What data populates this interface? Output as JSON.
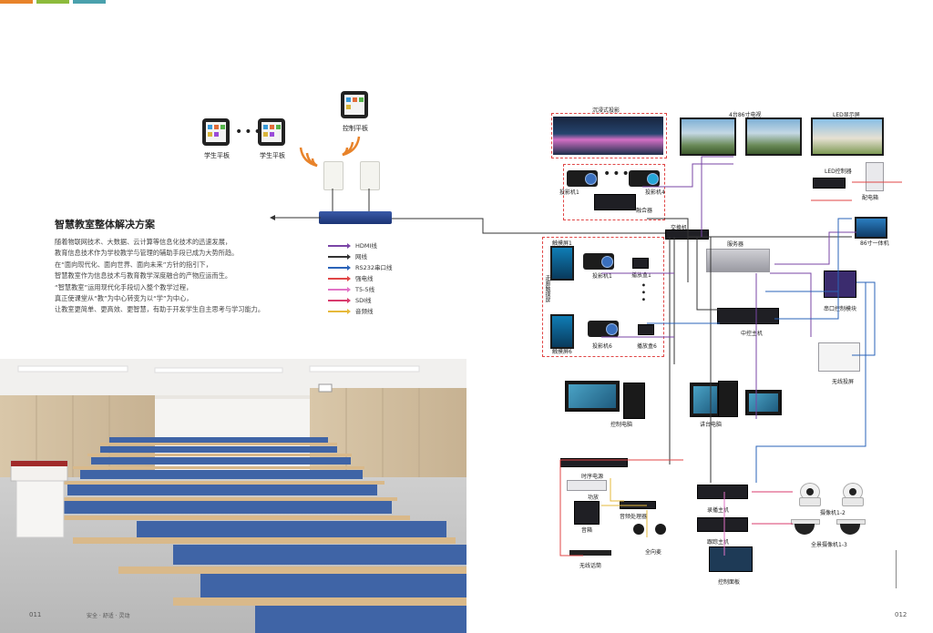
{
  "header": {
    "stripe_colors": [
      "#e8832a",
      "#8dbb3c",
      "#4aa1ad"
    ]
  },
  "diagram_labels": {
    "student_tablet_1": "学生平板",
    "student_tablet_2": "学生平板",
    "control_tablet": "控制平板",
    "projection_wall": "沉浸式投影",
    "tv_group": "4台86寸电视",
    "led_screen": "LED显示屏",
    "projector_1": "投影机1",
    "projector_4": "投影机4",
    "fusion": "融合器",
    "led_controller": "LED控制器",
    "power_box": "配电箱",
    "switch": "交换机",
    "server": "服务器",
    "one_machine": "86寸一体机",
    "touch_screen_1": "触摸屏1",
    "touch_screen_6": "触摸屏6",
    "corridor_touch": "走廊触摸屏",
    "projector_a": "投影机1",
    "projector_b": "投影机6",
    "player_box_1": "播放盒1",
    "player_box_6": "播放盒6",
    "serial_module": "串口控制模块",
    "central_host": "中控主机",
    "wireless_cast": "无线投屏",
    "control_pc": "控制电脑",
    "lecture_pc": "讲台电脑",
    "timing_power": "时序电源",
    "amplifier": "功放",
    "speaker": "音箱",
    "audio_processor": "音频处理器",
    "omni_mic": "全向麦",
    "wireless_mic": "无线话筒",
    "recording_host": "录播主机",
    "tracking_host": "跟踪主机",
    "camera": "摄像机1-2",
    "panorama_cam": "全景摄像机1-3",
    "control_panel": "控制面板"
  },
  "legend": [
    {
      "label": "HDMI线",
      "color": "#7a45a6"
    },
    {
      "label": "网线",
      "color": "#333333"
    },
    {
      "label": "RS232串口线",
      "color": "#2a63b8"
    },
    {
      "label": "强电线",
      "color": "#e04646"
    },
    {
      "label": "T5-5线",
      "color": "#e272c6"
    },
    {
      "label": "SDI线",
      "color": "#d83b6d"
    },
    {
      "label": "音频线",
      "color": "#e6b93b"
    }
  ],
  "article": {
    "title": "智慧教室整体解决方案",
    "paragraphs": [
      "随着物联网技术、大数据、云计算等信息化技术的迅速发展，",
      "教育信息技术作为学校教学与管理的辅助手段已成为大势所趋。",
      "在“面向现代化、面向世界、面向未来”方针的指引下，",
      "智慧教室作为信息技术与教育教学深度融合的产物应运而生。",
      "“智慧教室”运用现代化手段切入整个教学过程，",
      "真正使课堂从“教”为中心转变为以“学”为中心，",
      "让教室更简单、更高效、更智慧，有助于开发学生自主思考与学习能力。"
    ]
  },
  "footer": {
    "left_page": "011",
    "left_slogan": "安全 · 舒适 · 灵动",
    "right_page": "012"
  }
}
